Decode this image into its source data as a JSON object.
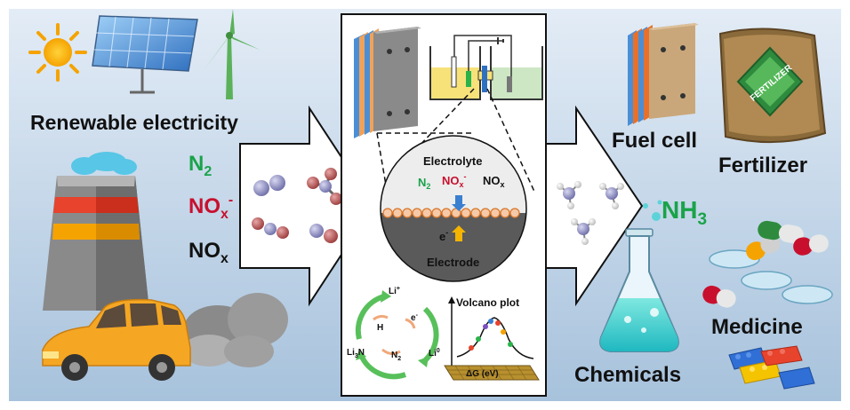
{
  "colors": {
    "background_top": "#dfe9f4",
    "background_bottom": "#a9c4de",
    "n2_green": "#1aa34a",
    "nox_ion_red": "#c8102e",
    "nh3_green": "#1aa34a",
    "text_dark": "#111111",
    "arrow_fill": "#ffffff",
    "electrolyte_fill": "#ececec",
    "electrode_fill": "#5a5a5a",
    "catalyst_orange": "#f2a05a"
  },
  "left": {
    "renewable_label": "Renewable electricity",
    "icons": [
      "sun-icon",
      "solar-panel-icon",
      "wind-turbine-icon",
      "factory-chimney-icon",
      "car-exhaust-icon"
    ]
  },
  "inputs": {
    "n2": "N",
    "n2_sub": "2",
    "nox_ion": "NO",
    "nox_ion_sub": "x",
    "nox_ion_sup": "-",
    "nox": "NO",
    "nox_sub": "x"
  },
  "center": {
    "electrolyte_label": "Electrolyte",
    "electrode_label": "Electrode",
    "zoom_n2": "N",
    "zoom_n2_sub": "2",
    "zoom_nox_ion": "NO",
    "zoom_nox_ion_sub": "x",
    "zoom_nox_ion_sup": "-",
    "zoom_nox": "NO",
    "zoom_nox_sub": "x",
    "electron": "e",
    "electron_sup": "-"
  },
  "cycle": {
    "li_plus": "Li",
    "li_plus_sup": "+",
    "h": "H",
    "e_minus": "e",
    "e_minus_sup": "-",
    "li3n": "Li",
    "li3n_sub": "3",
    "li3n_tail": "N",
    "n2": "N",
    "n2_sub": "2",
    "li0": "Li",
    "li0_sup": "0"
  },
  "volcano": {
    "title": "Volcano plot",
    "xlabel": "ΔG (eV)"
  },
  "product": {
    "nh3": "NH",
    "nh3_sub": "3"
  },
  "right": {
    "fuel_cell": "Fuel cell",
    "fertilizer": "Fertilizer",
    "fertilizer_bag_text": "FERTILIZER",
    "medicine": "Medicine",
    "chemicals": "Chemicals"
  }
}
